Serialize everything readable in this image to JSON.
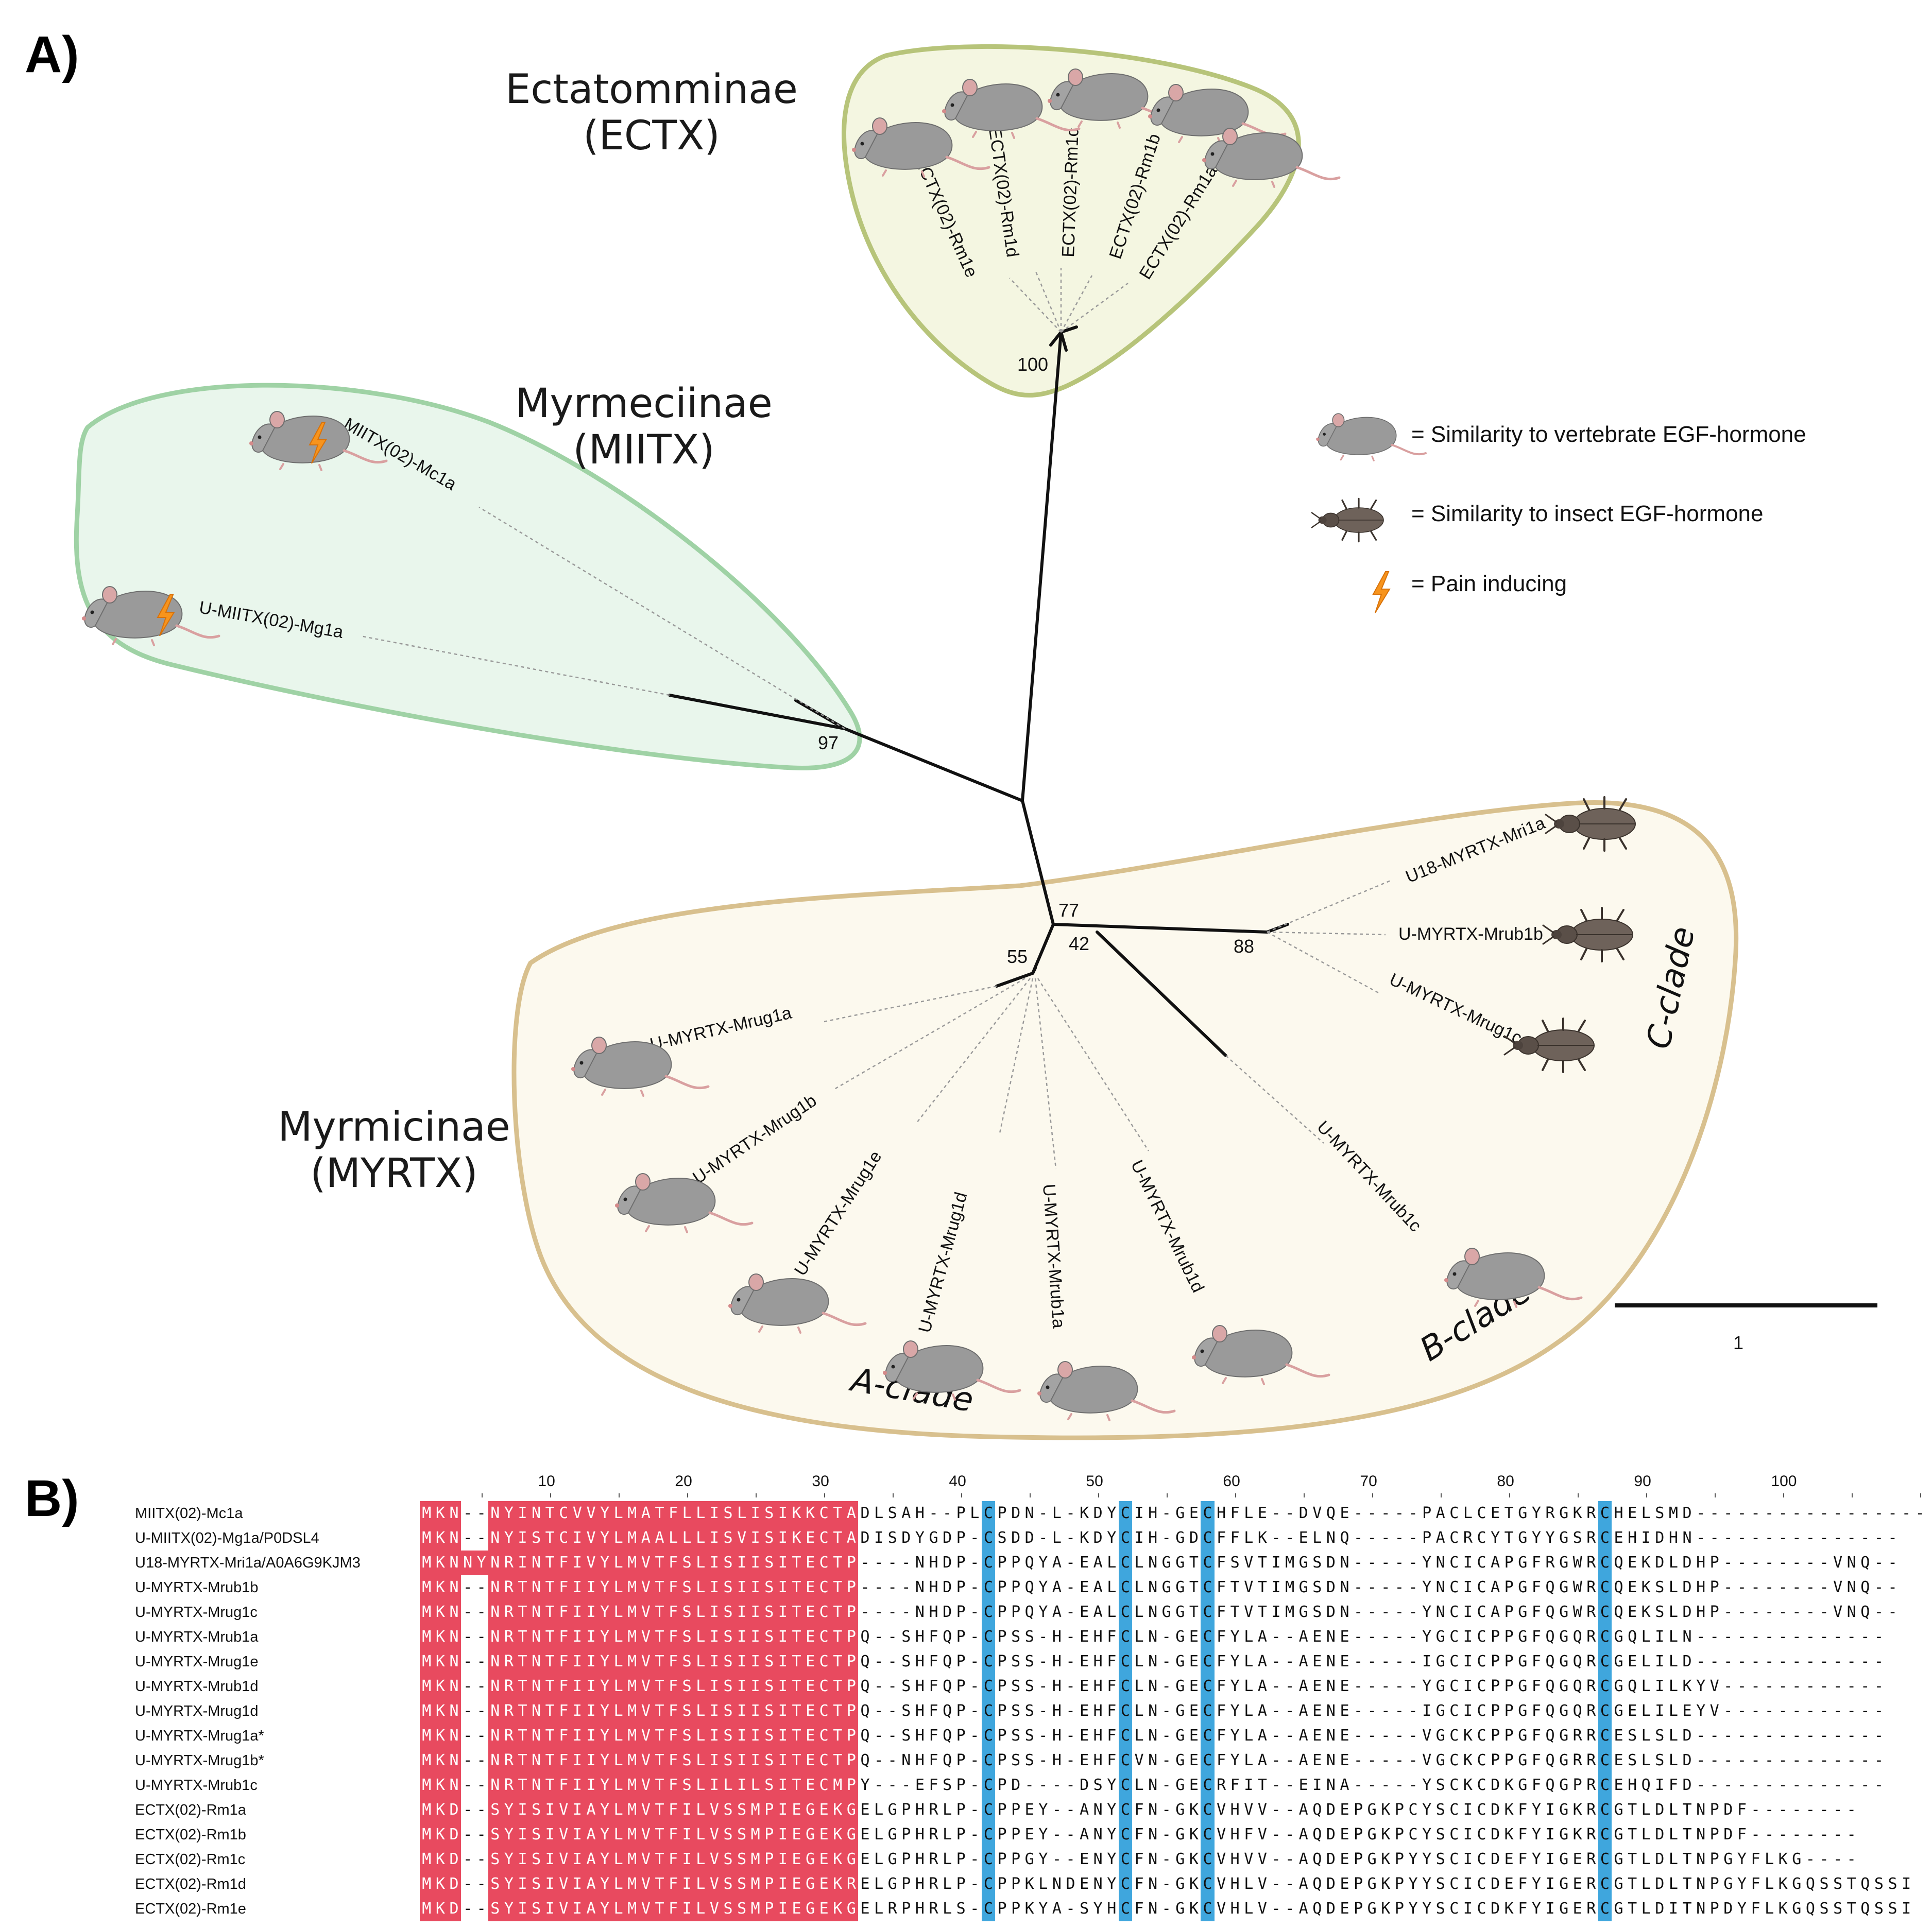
{
  "panels": {
    "a": "A)",
    "b": "B)"
  },
  "clades": {
    "ectatomminae": {
      "line1": "Ectatomminae",
      "line2": "(ECTX)",
      "fill": "#f4f6e1",
      "stroke": "#b7c47a"
    },
    "myrmeciinae": {
      "line1": "Myrmeciinae",
      "line2": "(MIITX)",
      "fill": "#e9f6ec",
      "stroke": "#9fd2a5"
    },
    "myrmicinae": {
      "line1": "Myrmicinae",
      "line2": "(MYRTX)",
      "fill": "#fcf9ee",
      "stroke": "#d8c08e"
    }
  },
  "subclades": {
    "a": "A-clade",
    "b": "B-clade",
    "c": "C-clade"
  },
  "leaves": {
    "rm1e": "ECTX(02)-Rm1e",
    "rm1d": "ECTX(02)-Rm1d",
    "rm1c": "ECTX(02)-Rm1c",
    "rm1b": "ECTX(02)-Rm1b",
    "rm1a": "ECTX(02)-Rm1a",
    "mc1a": "MIITX(02)-Mc1a",
    "mg1a": "U-MIITX(02)-Mg1a",
    "mri1a": "U18-MYRTX-Mri1a",
    "mrub1b": "U-MYRTX-Mrub1b",
    "mrug1c": "U-MYRTX-Mrug1c",
    "mrug1a": "U-MYRTX-Mrug1a",
    "mrug1b": "U-MYRTX-Mrug1b",
    "mrug1e": "U-MYRTX-Mrug1e",
    "mrug1d": "U-MYRTX-Mrug1d",
    "mrub1a": "U-MYRTX-Mrub1a",
    "mrub1d": "U-MYRTX-Mrub1d",
    "mrub1c": "U-MYRTX-Mrub1c"
  },
  "bootstrap": {
    "ectx": "100",
    "miitx": "97",
    "b77": "77",
    "b42": "42",
    "b55": "55",
    "b88": "88"
  },
  "legend": {
    "mouse": "= Similarity to vertebrate EGF-hormone",
    "beetle": "= Similarity to insect EGF-hormone",
    "pain": "= Pain inducing"
  },
  "scale": {
    "label": "1"
  },
  "colors": {
    "signal": "#e84a5f",
    "cysteine": "#3fa6dd",
    "mouse": "#9a9a9a",
    "beetle": "#6e625a",
    "bolt": "#f7941d"
  },
  "alignment": {
    "ruler": [
      "10",
      "20",
      "30",
      "40",
      "50",
      "60",
      "70",
      "80",
      "90",
      "100"
    ],
    "rows": [
      {
        "name": "MIITX(02)-Mc1a",
        "seq": "MKN--NYINTCVVYLMATFLLISLISIKKCTADLSAH--PLCPDN-L-KDYCIH-GECHFLE--DVQE-----PACLCETGYRGKRCHELSMD-----------------"
      },
      {
        "name": "U-MIITX(02)-Mg1a/P0DSL4",
        "seq": "MKN--NYISTCIVYLMAALLLISVISIKECTADISDYGDP-CSDD-L-KDYCIH-GDCFFLK--ELNQ-----PACRCYTGYYGSRCEHIDHN---------------"
      },
      {
        "name": "U18-MYRTX-Mri1a/A0A6G9KJM3",
        "seq": "MKNNYNRINTFIVYLMVTFSLISIISITECTP----NHDP-CPPQYA-EALCLNGGTCFSVTIMGSDN-----YNCICAPGFRGWRCQEKDLDHP--------VNQ--"
      },
      {
        "name": "U-MYRTX-Mrub1b",
        "seq": "MKN--NRTNTFIIYLMVTFSLISIISITECTP----NHDP-CPPQYA-EALCLNGGTCFTVTIMGSDN-----YNCICAPGFQGWRCQEKSLDHP--------VNQ--"
      },
      {
        "name": "U-MYRTX-Mrug1c",
        "seq": "MKN--NRTNTFIIYLMVTFSLISIISITECTP----NHDP-CPPQYA-EALCLNGGTCFTVTIMGSDN-----YNCICAPGFQGWRCQEKSLDHP--------VNQ--"
      },
      {
        "name": "U-MYRTX-Mrub1a",
        "seq": "MKN--NRTNTFIIYLMVTFSLISIISITECTPQ--SHFQP-CPSS-H-EHFCLN-GECFYLA--AENE-----YGCICPPGFQGQRCGQLILN--------------"
      },
      {
        "name": "U-MYRTX-Mrug1e",
        "seq": "MKN--NRTNTFIIYLMVTFSLISIISITECTPQ--SHFQP-CPSS-H-EHFCLN-GECFYLA--AENE-----IGCICPPGFQGQRCGELILD--------------"
      },
      {
        "name": "U-MYRTX-Mrub1d",
        "seq": "MKN--NRTNTFIIYLMVTFSLISIISITECTPQ--SHFQP-CPSS-H-EHFCLN-GECFYLA--AENE-----YGCICPPGFQGQRCGQLILKYV------------"
      },
      {
        "name": "U-MYRTX-Mrug1d",
        "seq": "MKN--NRTNTFIIYLMVTFSLISIISITECTPQ--SHFQP-CPSS-H-EHFCLN-GECFYLA--AENE-----IGCICPPGFQGQRCGELILEYV------------"
      },
      {
        "name": "U-MYRTX-Mrug1a*",
        "seq": "MKN--NRTNTFIIYLMVTFSLISIISITECTPQ--SHFQP-CPSS-H-EHFCLN-GECFYLA--AENE-----VGCKCPPGFQGRRCESLSLD--------------"
      },
      {
        "name": "U-MYRTX-Mrug1b*",
        "seq": "MKN--NRTNTFIIYLMVTFSLISIISITECTPQ--NHFQP-CPSS-H-EHFCVN-GECFYLA--AENE-----VGCKCPPGFQGRRCESLSLD--------------"
      },
      {
        "name": "U-MYRTX-Mrub1c",
        "seq": "MKN--NRTNTFIIYLMVTFSLILILSITECMPY---EFSP-CPD----DSYCLN-GECRFIT--EINA-----YSCKCDKGFQGPRCEHQIFD--------------"
      },
      {
        "name": "ECTX(02)-Rm1a",
        "seq": "MKD--SYISIVIAYLMVTFILVSSMPIEGEKGELGPHRLP-CPPEY--ANYCFN-GKCVHVV--AQDEPGKPCYSCICDKFYIGKRCGTLDLTNPDF--------"
      },
      {
        "name": "ECTX(02)-Rm1b",
        "seq": "MKD--SYISIVIAYLMVTFILVSSMPIEGEKGELGPHRLP-CPPEY--ANYCFN-GKCVHFV--AQDEPGKPCYSCICDKFYIGKRCGTLDLTNPDF--------"
      },
      {
        "name": "ECTX(02)-Rm1c",
        "seq": "MKD--SYISIVIAYLMVTFILVSSMPIEGEKGELGPHRLP-CPPGY--ENYCFN-GKCVHVV--AQDEPGKPYYSCICDEFYIGERCGTLDLTNPGYFLKG----"
      },
      {
        "name": "ECTX(02)-Rm1d",
        "seq": "MKD--SYISIVIAYLMVTFILVSSMPIEGEKRELGPHRLP-CPPKLNDENYCFN-GKCVHLV--AQDEPGKPYYSCICDEFYIGERCGTLDLTNPGYFLKGQSSTQSSI"
      },
      {
        "name": "ECTX(02)-Rm1e",
        "seq": "MKD--SYISIVIAYLMVTFILVSSMPIEGEKGELRPHRLS-CPPKYA-SYHCFN-GKCVHLV--AQDEPGKPYYSCICDKFYIGERCGTLDITNPDYFLKGQSSTQSSI"
      }
    ]
  }
}
